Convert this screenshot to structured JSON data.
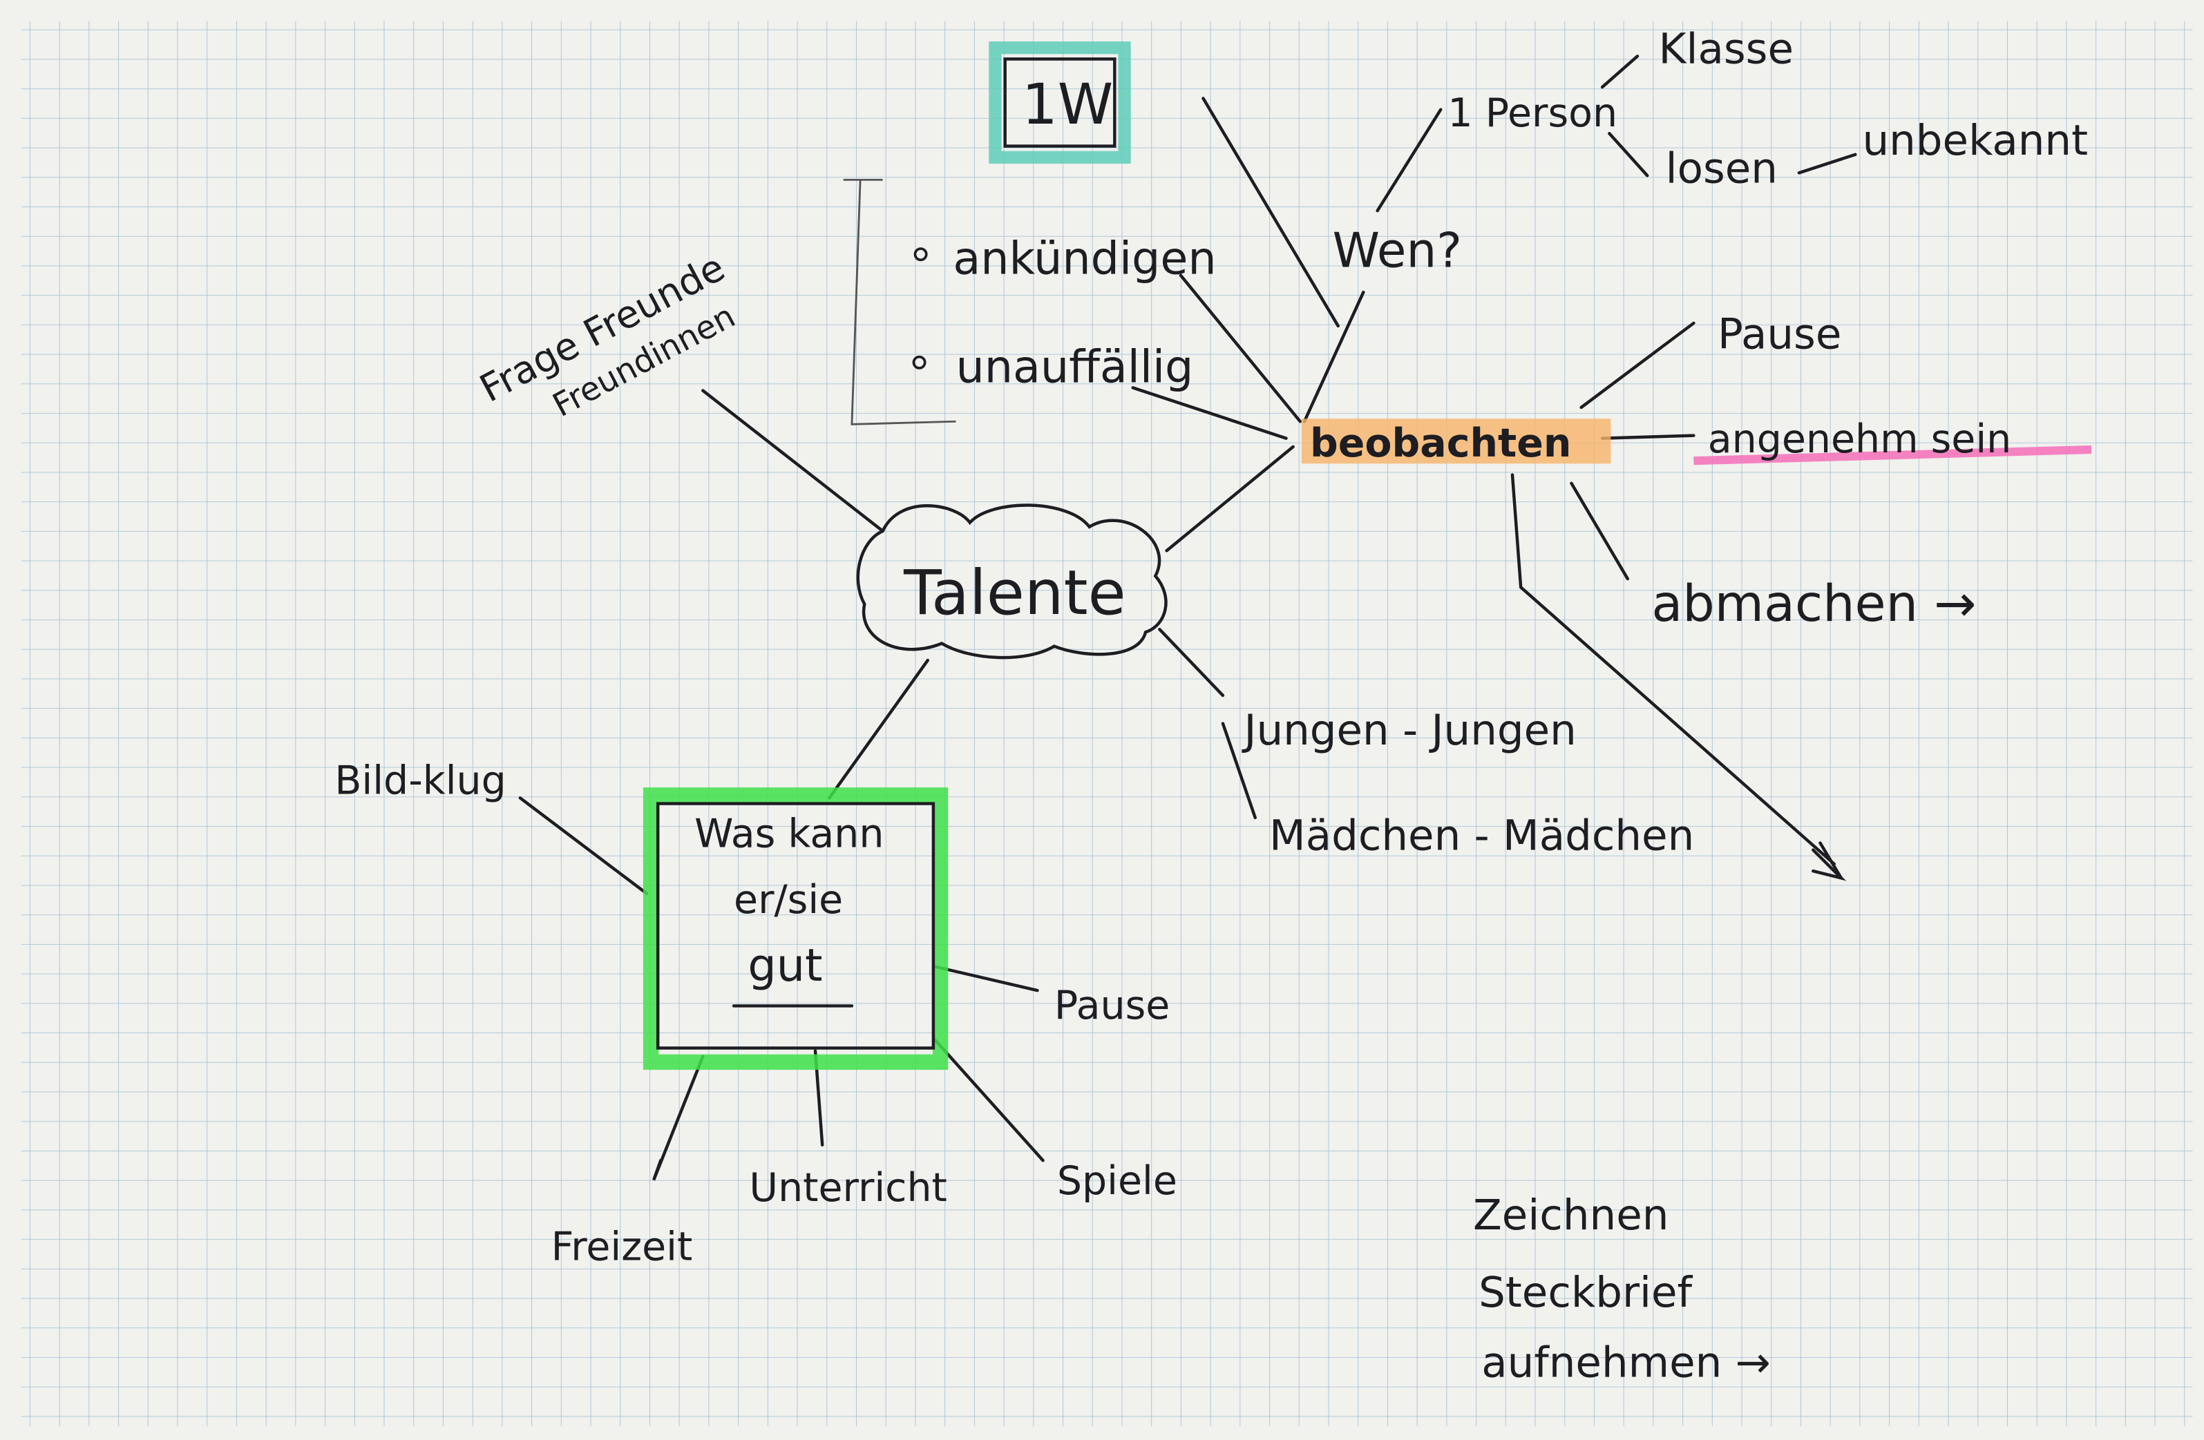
{
  "colors": {
    "paper": "#f1f1ee",
    "grid": "#a9c3d6",
    "ink": "#1d1d22",
    "teal_highlight": "#5ecdb8",
    "orange_highlight": "#f7b46a",
    "green_highlight": "#3fe04a",
    "pink_highlight": "#f56fb8"
  },
  "mindmap": {
    "top_box": "1W",
    "center": "Talente",
    "bracket_items": [
      "ankündigen",
      "unauffällig"
    ],
    "observe": {
      "label": "beobachten",
      "wen": "Wen?",
      "person": "1 Person",
      "klasse": "Klasse",
      "losen": "losen",
      "unbekannt": "unbekannt",
      "pause": "Pause",
      "angenehm": "angenehm  sein",
      "abmachen": "abmachen →",
      "jungen": "Jungen - Jungen",
      "maedchen": "Mädchen - Mädchen"
    },
    "friends": [
      "Frage Freunde",
      "Freundinnen"
    ],
    "skills_box": {
      "lines": [
        "Was kann",
        "er/sie",
        "gut"
      ],
      "bild_klug": "Bild-klug",
      "pause": "Pause",
      "spiele": "Spiele",
      "unterricht": "Unterricht",
      "freizeit": "Freizeit"
    },
    "notes": [
      "Zeichnen",
      "Steckbrief",
      "aufnehmen →"
    ]
  }
}
